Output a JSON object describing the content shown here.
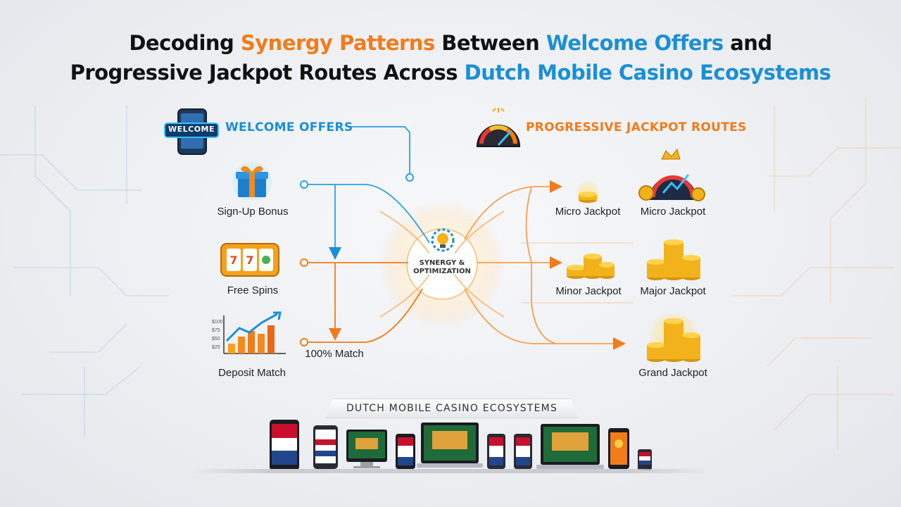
{
  "title": {
    "line1": [
      {
        "text": "Decoding ",
        "color": "dark"
      },
      {
        "text": "Synergy Patterns",
        "color": "orange"
      },
      {
        "text": " Between ",
        "color": "dark"
      },
      {
        "text": "Welcome Offers",
        "color": "blue"
      },
      {
        "text": " and",
        "color": "dark"
      }
    ],
    "line2": [
      {
        "text": "Progressive Jackpot Routes Across ",
        "color": "dark"
      },
      {
        "text": "Dutch Mobile Casino Ecosystems",
        "color": "blue"
      }
    ]
  },
  "welcome": {
    "heading": "WELCOME OFFERS",
    "sign_text": "WELCOME",
    "items": {
      "signup": "Sign-Up Bonus",
      "free_spins": "Free Spins",
      "deposit_match": "Deposit Match"
    },
    "chart_ticks": [
      "$100",
      "$75",
      "$50",
      "$25"
    ]
  },
  "jackpots": {
    "heading": "PROGRESSIVE JACKPOT ROUTES",
    "micro_left": "Micro Jackpot",
    "micro_right": "Micro Jackpot",
    "minor": "Minor Jackpot",
    "major": "Major Jackpot",
    "grand": "Grand Jackpot"
  },
  "hub": {
    "line1": "SYNERGY &",
    "line2": "OPTIMIZATION"
  },
  "match_label": "100% Match",
  "ecosystem_banner": "DUTCH MOBILE CASINO ECOSYSTEMS",
  "colors": {
    "blue": "#1a8fd6",
    "orange": "#f07c1a",
    "gold": "#f2b21b",
    "dutch_red": "#c8102e",
    "dutch_blue": "#21468b"
  }
}
